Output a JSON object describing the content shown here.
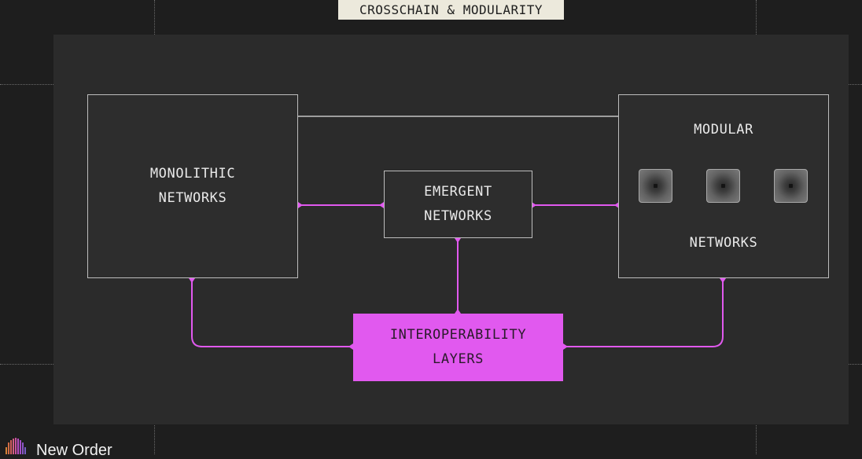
{
  "header": {
    "tag": "CROSSCHAIN & MODULARITY"
  },
  "diagram": {
    "monolithic": {
      "line1": "MONOLITHIC",
      "line2": "NETWORKS"
    },
    "emergent": {
      "line1": "EMERGENT",
      "line2": "NETWORKS"
    },
    "modular": {
      "top": "MODULAR",
      "bottom": "NETWORKS",
      "chips": 3
    },
    "interop": {
      "line1": "INTEROPERABILITY",
      "line2": "LAYERS"
    },
    "colors": {
      "accent": "#e159ef",
      "panel": "#2b2b2b",
      "background": "#1e1e1e",
      "border": "#bdbdbd"
    }
  },
  "footer": {
    "brand": "New Order",
    "logo_icon": "sunburst-logo-icon"
  }
}
